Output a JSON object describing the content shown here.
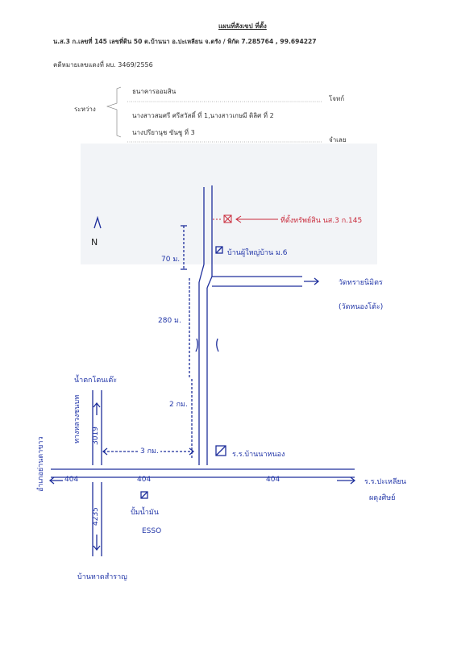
{
  "header": {
    "title": "แผนที่สังเขป ที่ตั้ง",
    "doc_line": "น.ส.3 ก.เลขที่ 145 เลขที่ดิน 50 ต.บ้านนา อ.ปะเหลียน จ.ตรัง / พิกัด 7.285764 , 99.694227",
    "case_line": "คดีหมายเลขแดงที่ ผบ. 3469/2556",
    "between_label": "ระหว่าง",
    "party_1": "ธนาคารออมสิน",
    "party_1_role": "โจทก์",
    "party_2": "นางสาวสมศรี ศรีสวัสดิ์ ที่ 1,นางสาวเกษมี ติลิศ ที่ 2",
    "party_3": "นางปรียานุช ขันชู ที่ 3",
    "party_3_role": "จำเลย"
  },
  "map": {
    "north_label": "N",
    "property_label": "ที่ตั้งทรัพย์สิน  นส.3 ก.145",
    "village_head_house": "บ้านผู้ใหญ่บ้าน ม.6",
    "dist_70": "70 ม.",
    "dist_280": "280 ม.",
    "dist_2km": "2 กม.",
    "dist_3km": "3 กม.",
    "temple_line1": "วัดทรายนิมิตร",
    "temple_line2": "(วัดหนองโต้ะ)",
    "waterfall": "น้ำตกโตนเต๊ะ",
    "road_3019": "3019",
    "rural_road": "ทางหลวงชนบท",
    "district_side": "อำเภอย่านตาขาว",
    "road_404_left": "404",
    "road_404_mid": "404",
    "road_404_right": "404",
    "road_4235": "4235",
    "school": "ร.ร.บ้านนาหนอง",
    "esso_line1": "ปั้มน้ำมัน",
    "esso_line2": "ESSO",
    "market_line1": "ร.ร.ปะเหลียน",
    "market_line2": "ผดุงศิษย์",
    "bottom_place": "บ้านหาดสำราญ",
    "ink_color": "#2236a8",
    "marker_color": "#c92a3b"
  }
}
